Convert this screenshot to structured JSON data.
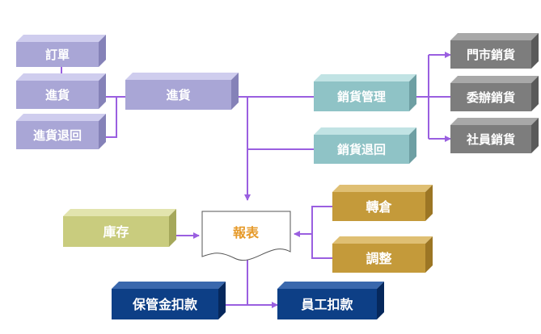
{
  "colors": {
    "connector": "#9a5fe0",
    "lavender": {
      "front": "#a9a6d6",
      "top": "#cfcdee",
      "side": "#8582b8",
      "text": "#ffffff"
    },
    "teal": {
      "front": "#8fc3c6",
      "top": "#c1e3e4",
      "side": "#6e9fa3",
      "text": "#ffffff"
    },
    "gray": {
      "front": "#7d7d7d",
      "top": "#a8a8a8",
      "side": "#5a5a5a",
      "text": "#ffffff"
    },
    "olive": {
      "front": "#c9cc7e",
      "top": "#e2e4ae",
      "side": "#a5a85b",
      "text": "#ffffff"
    },
    "gold": {
      "front": "#c49a3a",
      "top": "#dfbf73",
      "side": "#9c7624",
      "text": "#ffffff"
    },
    "navy": {
      "front": "#0d3f86",
      "top": "#3a68ad",
      "side": "#06285c",
      "text": "#ffffff"
    },
    "report_text": "#e69a2a"
  },
  "nodes": {
    "order": "訂單",
    "purchase_small": "進貨",
    "purchase_return": "進貨退回",
    "purchase": "進貨",
    "sales_mgmt": "銷貨管理",
    "sales_return": "銷貨退回",
    "store_sales": "門市銷貨",
    "consign_sales": "委辦銷貨",
    "member_sales": "社員銷貨",
    "report": "報表",
    "inventory": "庫存",
    "transfer": "轉倉",
    "adjust": "調整",
    "deposit_deduct": "保管金扣款",
    "staff_deduct": "員工扣款"
  }
}
